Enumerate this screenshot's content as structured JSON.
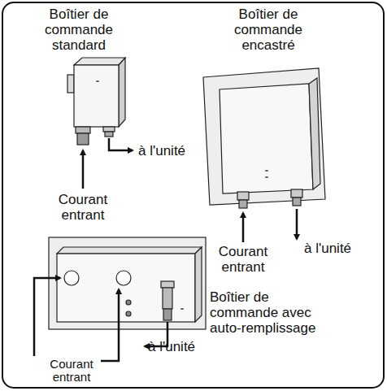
{
  "diagram": {
    "labels": [
      "Boîtier de commande standard",
      "à l'unité",
      "Courant entrant",
      "Boîtier de commande encastré",
      "Courant entrant",
      "à l'unité",
      "Boîtier de commande avec auto-remplissage",
      "Courant entrant",
      "à l'unité"
    ]
  }
}
